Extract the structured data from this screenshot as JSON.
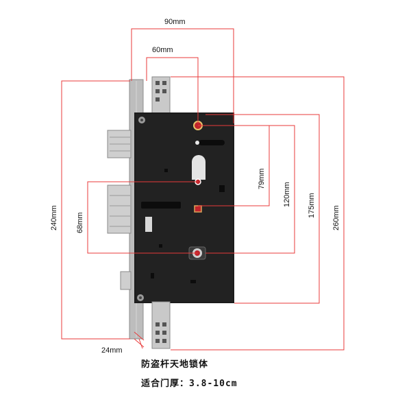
{
  "dimensions": {
    "d90": "90mm",
    "d60": "60mm",
    "d240": "240mm",
    "d68": "68mm",
    "d79": "79mm",
    "d120": "120mm",
    "d175": "175mm",
    "d260": "260mm",
    "d24": "24mm"
  },
  "captions": {
    "title": "防盗杆天地锁体",
    "door_thickness": "适合门厚：3.8-10cm"
  },
  "colors": {
    "dimension_line": "#e83a3a",
    "lock_body": "#1c1c1c",
    "faceplate": "#b9b9b9",
    "marker": "#c0242b"
  }
}
